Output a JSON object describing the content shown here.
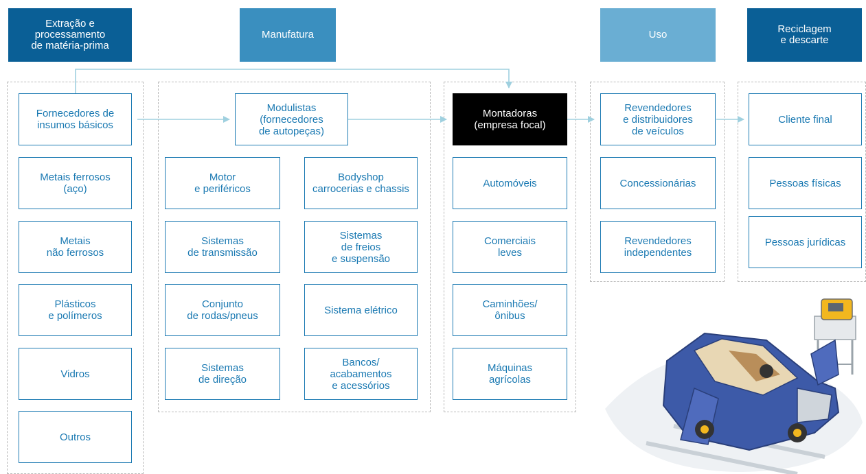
{
  "headers": {
    "extracao": "Extração e\nprocessamento\nde matéria-prima",
    "manufatura": "Manufatura",
    "uso": "Uso",
    "reciclagem": "Reciclagem\ne descarte"
  },
  "colors": {
    "header_dark": "#0a5f96",
    "header_mid": "#3a8fbf",
    "header_light": "#6aaed3",
    "node_border": "#1a79b2",
    "arrow": "#9fd0df",
    "focal": "#000000"
  },
  "supply": {
    "top": "Fornecedores de\ninsumos básicos",
    "items": [
      "Metais ferrosos\n(aço)",
      "Metais\nnão ferrosos",
      "Plásticos\ne polímeros",
      "Vidros",
      "Outros"
    ]
  },
  "modulistas": {
    "top": "Modulistas\n(fornecedores\nde autopeças)",
    "left": [
      "Motor\ne periféricos",
      "Sistemas\nde transmissão",
      "Conjunto\nde rodas/pneus",
      "Sistemas\nde direção"
    ],
    "right": [
      "Bodyshop\ncarrocerias e chassis",
      "Sistemas\nde freios\ne suspensão",
      "Sistema elétrico",
      "Bancos/\nacabamentos\ne acessórios"
    ]
  },
  "montadoras": {
    "top": "Montadoras\n(empresa focal)",
    "items": [
      "Automóveis",
      "Comerciais\nleves",
      "Caminhões/\nônibus",
      "Máquinas\nagrícolas"
    ]
  },
  "revendedores": {
    "top": "Revendedores\ne distribuidores\nde veículos",
    "items": [
      "Concessionárias",
      "Revendedores\nindependentes"
    ]
  },
  "cliente": {
    "top": "Cliente final",
    "items": [
      "Pessoas físicas",
      "Pessoas jurídicas"
    ]
  }
}
